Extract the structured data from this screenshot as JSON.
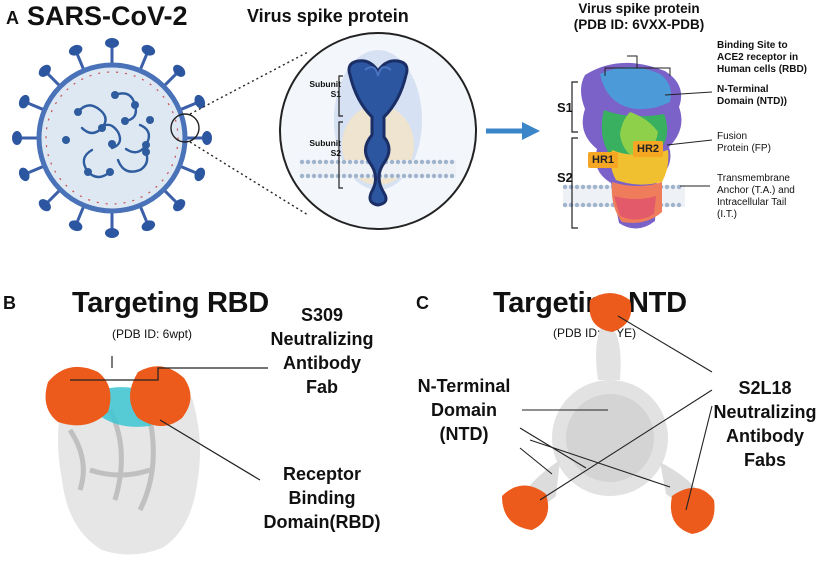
{
  "panel_a": {
    "letter": "A",
    "title": "SARS-CoV-2",
    "zoom_title": "Virus spike protein",
    "subunit_s1": "Subunit\nS1",
    "subunit_s2": "Subunit\nS2",
    "struct_title_line1": "Virus spike protein",
    "struct_title_line2": "(PDB ID: 6VXX-PDB)",
    "s1": "S1",
    "s2": "S2",
    "hr1": "HR1",
    "hr2": "HR2",
    "rbd_label": "Binding Site to\nACE2 receptor in\nHuman cells (RBD)",
    "ntd_label": "N-Terminal\nDomain (NTD))",
    "fp_label": "Fusion\nProtein (FP)",
    "tm_label": "Transmembrane\nAnchor (T.A.) and\nIntracellular Tail\n(I.T.)"
  },
  "panel_b": {
    "letter": "B",
    "title": "Targeting RBD",
    "pdb": "(PDB ID: 6wpt)",
    "antibody_label": "S309\nNeutralizing\nAntibody\nFab",
    "rbd_label": "Receptor\nBinding\nDomain(RBD)"
  },
  "panel_c": {
    "letter": "C",
    "title": "Targeting NTD",
    "pdb": "(PDB ID: 7LYE)",
    "ntd_label": "N-Terminal\nDomain\n(NTD)",
    "antibody_label": "S2L18\nNeutralizing\nAntibody\nFabs"
  },
  "colors": {
    "virus_membrane": "#4a72b8",
    "virus_fill": "#dde8f3",
    "spike": "#3b5fa8",
    "arrow": "#3a86c8",
    "antibody": "#ec5b1c",
    "rbd_cyan": "#3cc6d2",
    "hr_box": "#f5a623"
  }
}
